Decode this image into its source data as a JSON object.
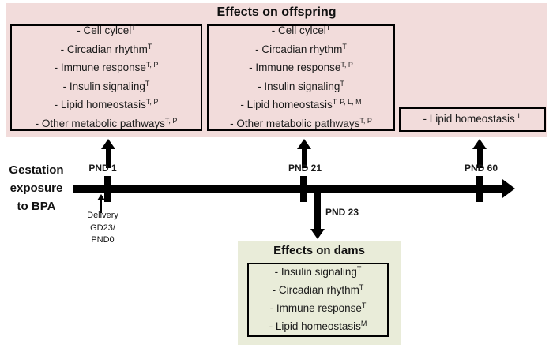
{
  "colors": {
    "offspring_bg": "#f2dcdb",
    "dams_bg": "#e9ecd9",
    "line_color": "#000000"
  },
  "offspring": {
    "title": "Effects on offspring",
    "box_pnd1": {
      "items": [
        {
          "text": "- Cell cylcel",
          "sup": "T"
        },
        {
          "text": "- Circadian rhythm",
          "sup": "T"
        },
        {
          "text": "- Immune response",
          "sup": "T, P"
        },
        {
          "text": "- Insulin signaling",
          "sup": "T"
        },
        {
          "text": "- Lipid homeostasis",
          "sup": "T, P"
        },
        {
          "text": "- Other metabolic pathways",
          "sup": "T, P"
        }
      ]
    },
    "box_pnd21": {
      "items": [
        {
          "text": "- Cell cylcel",
          "sup": "T"
        },
        {
          "text": "- Circadian rhythm",
          "sup": "T"
        },
        {
          "text": "- Immune response",
          "sup": "T, P"
        },
        {
          "text": "- Insulin signaling",
          "sup": "T"
        },
        {
          "text": "- Lipid homeostasis",
          "sup": "T, P, L, M"
        },
        {
          "text": "- Other metabolic pathways",
          "sup": "T, P"
        }
      ]
    },
    "box_pnd60": {
      "items": [
        {
          "text": "- Lipid homeostasis ",
          "sup": "L"
        }
      ]
    }
  },
  "timeline": {
    "left_label_lines": {
      "l1": "Gestation",
      "l2": "exposure",
      "l3": "to BPA"
    },
    "tick_labels": {
      "t1": "PND 1",
      "t2": "PND 21",
      "t3": "PND 60"
    },
    "delivery_note_lines": {
      "l1": "Delivery",
      "l2": "GD23/",
      "l3": "PND0"
    },
    "pnd23_label": "PND 23"
  },
  "dams": {
    "title": "Effects on dams",
    "items": [
      {
        "text": "- Insulin signaling",
        "sup": "T"
      },
      {
        "text": "- Circadian rhythm",
        "sup": "T"
      },
      {
        "text": "- Immune response",
        "sup": "T"
      },
      {
        "text": "- Lipid homeostasis",
        "sup": "M"
      }
    ]
  }
}
